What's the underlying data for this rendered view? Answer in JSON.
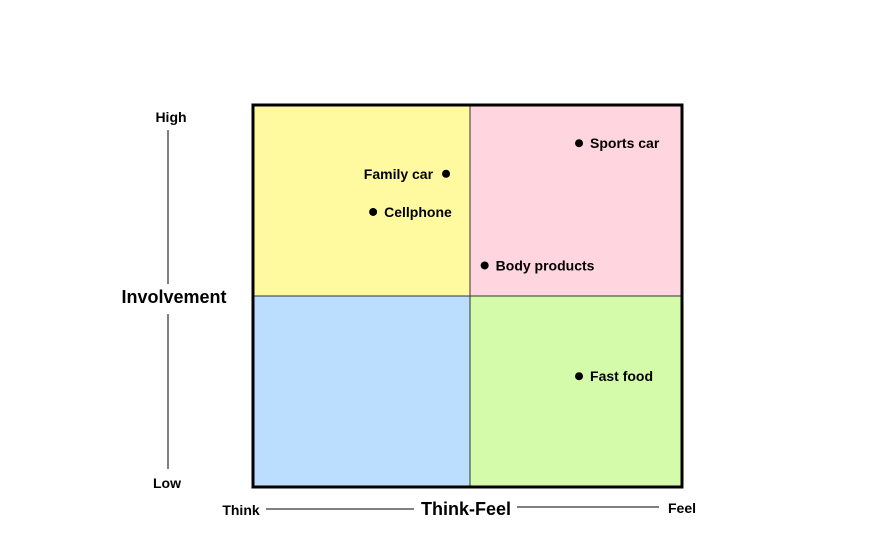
{
  "chart_data": {
    "type": "scatter",
    "title": "",
    "xlabel": "Think-Feel",
    "ylabel": "Involvement",
    "x_range": [
      0,
      10
    ],
    "y_range": [
      0,
      10
    ],
    "x_end_labels": {
      "low": "Think",
      "high": "Feel"
    },
    "y_end_labels": {
      "low": "Low",
      "high": "High"
    },
    "quadrants": [
      {
        "position": "top-left",
        "color": "#FFFAA0"
      },
      {
        "position": "top-right",
        "color": "#FFD6E0"
      },
      {
        "position": "bottom-left",
        "color": "#BBDEFF"
      },
      {
        "position": "bottom-right",
        "color": "#D3FBAA"
      }
    ],
    "points": [
      {
        "label": "Sports car",
        "x": 7.6,
        "y": 9.0,
        "label_side": "right"
      },
      {
        "label": "Family car",
        "x": 4.5,
        "y": 8.2,
        "label_side": "left"
      },
      {
        "label": "Cellphone",
        "x": 2.8,
        "y": 7.2,
        "label_side": "right"
      },
      {
        "label": "Body products",
        "x": 5.4,
        "y": 5.8,
        "label_side": "right"
      },
      {
        "label": "Fast food",
        "x": 7.6,
        "y": 2.9,
        "label_side": "right"
      }
    ],
    "grid": false,
    "legend": "none"
  }
}
